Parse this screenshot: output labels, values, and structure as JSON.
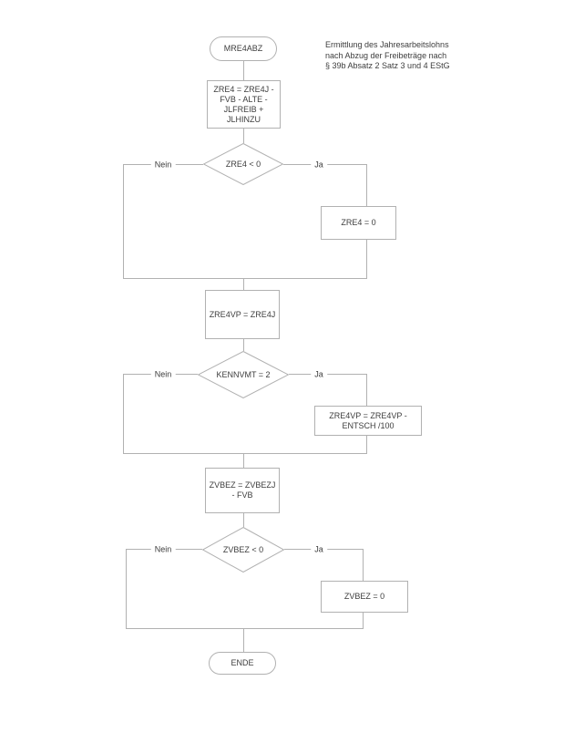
{
  "annotation": {
    "text": "Ermittlung des Jahresarbeitslohns\nnach Abzug der Freibeträge nach\n§ 39b Absatz 2 Satz 3 und 4 EStG"
  },
  "nodes": {
    "start": {
      "label": "MRE4ABZ"
    },
    "assign_zre4": {
      "label": "ZRE4 = ZRE4J -\nFVB - ALTE -\nJLFREIB +\nJLHINZU"
    },
    "decision_zre4": {
      "label": "ZRE4 < 0",
      "no_label": "Nein",
      "yes_label": "Ja"
    },
    "set_zre4_zero": {
      "label": "ZRE4 = 0"
    },
    "assign_zre4vp": {
      "label": "ZRE4VP = ZRE4J"
    },
    "decision_kennvmt": {
      "label": "KENNVMT = 2",
      "no_label": "Nein",
      "yes_label": "Ja"
    },
    "adjust_zre4vp": {
      "label": "ZRE4VP = ZRE4VP -\nENTSCH /100"
    },
    "assign_zvbez": {
      "label": "ZVBEZ = ZVBEZJ\n- FVB"
    },
    "decision_zvbez": {
      "label": "ZVBEZ < 0",
      "no_label": "Nein",
      "yes_label": "Ja"
    },
    "set_zvbez_zero": {
      "label": "ZVBEZ = 0"
    },
    "end": {
      "label": "ENDE"
    }
  },
  "colors": {
    "line": "#b1b1b1",
    "text": "#3d3d3d",
    "background": "#ffffff"
  }
}
